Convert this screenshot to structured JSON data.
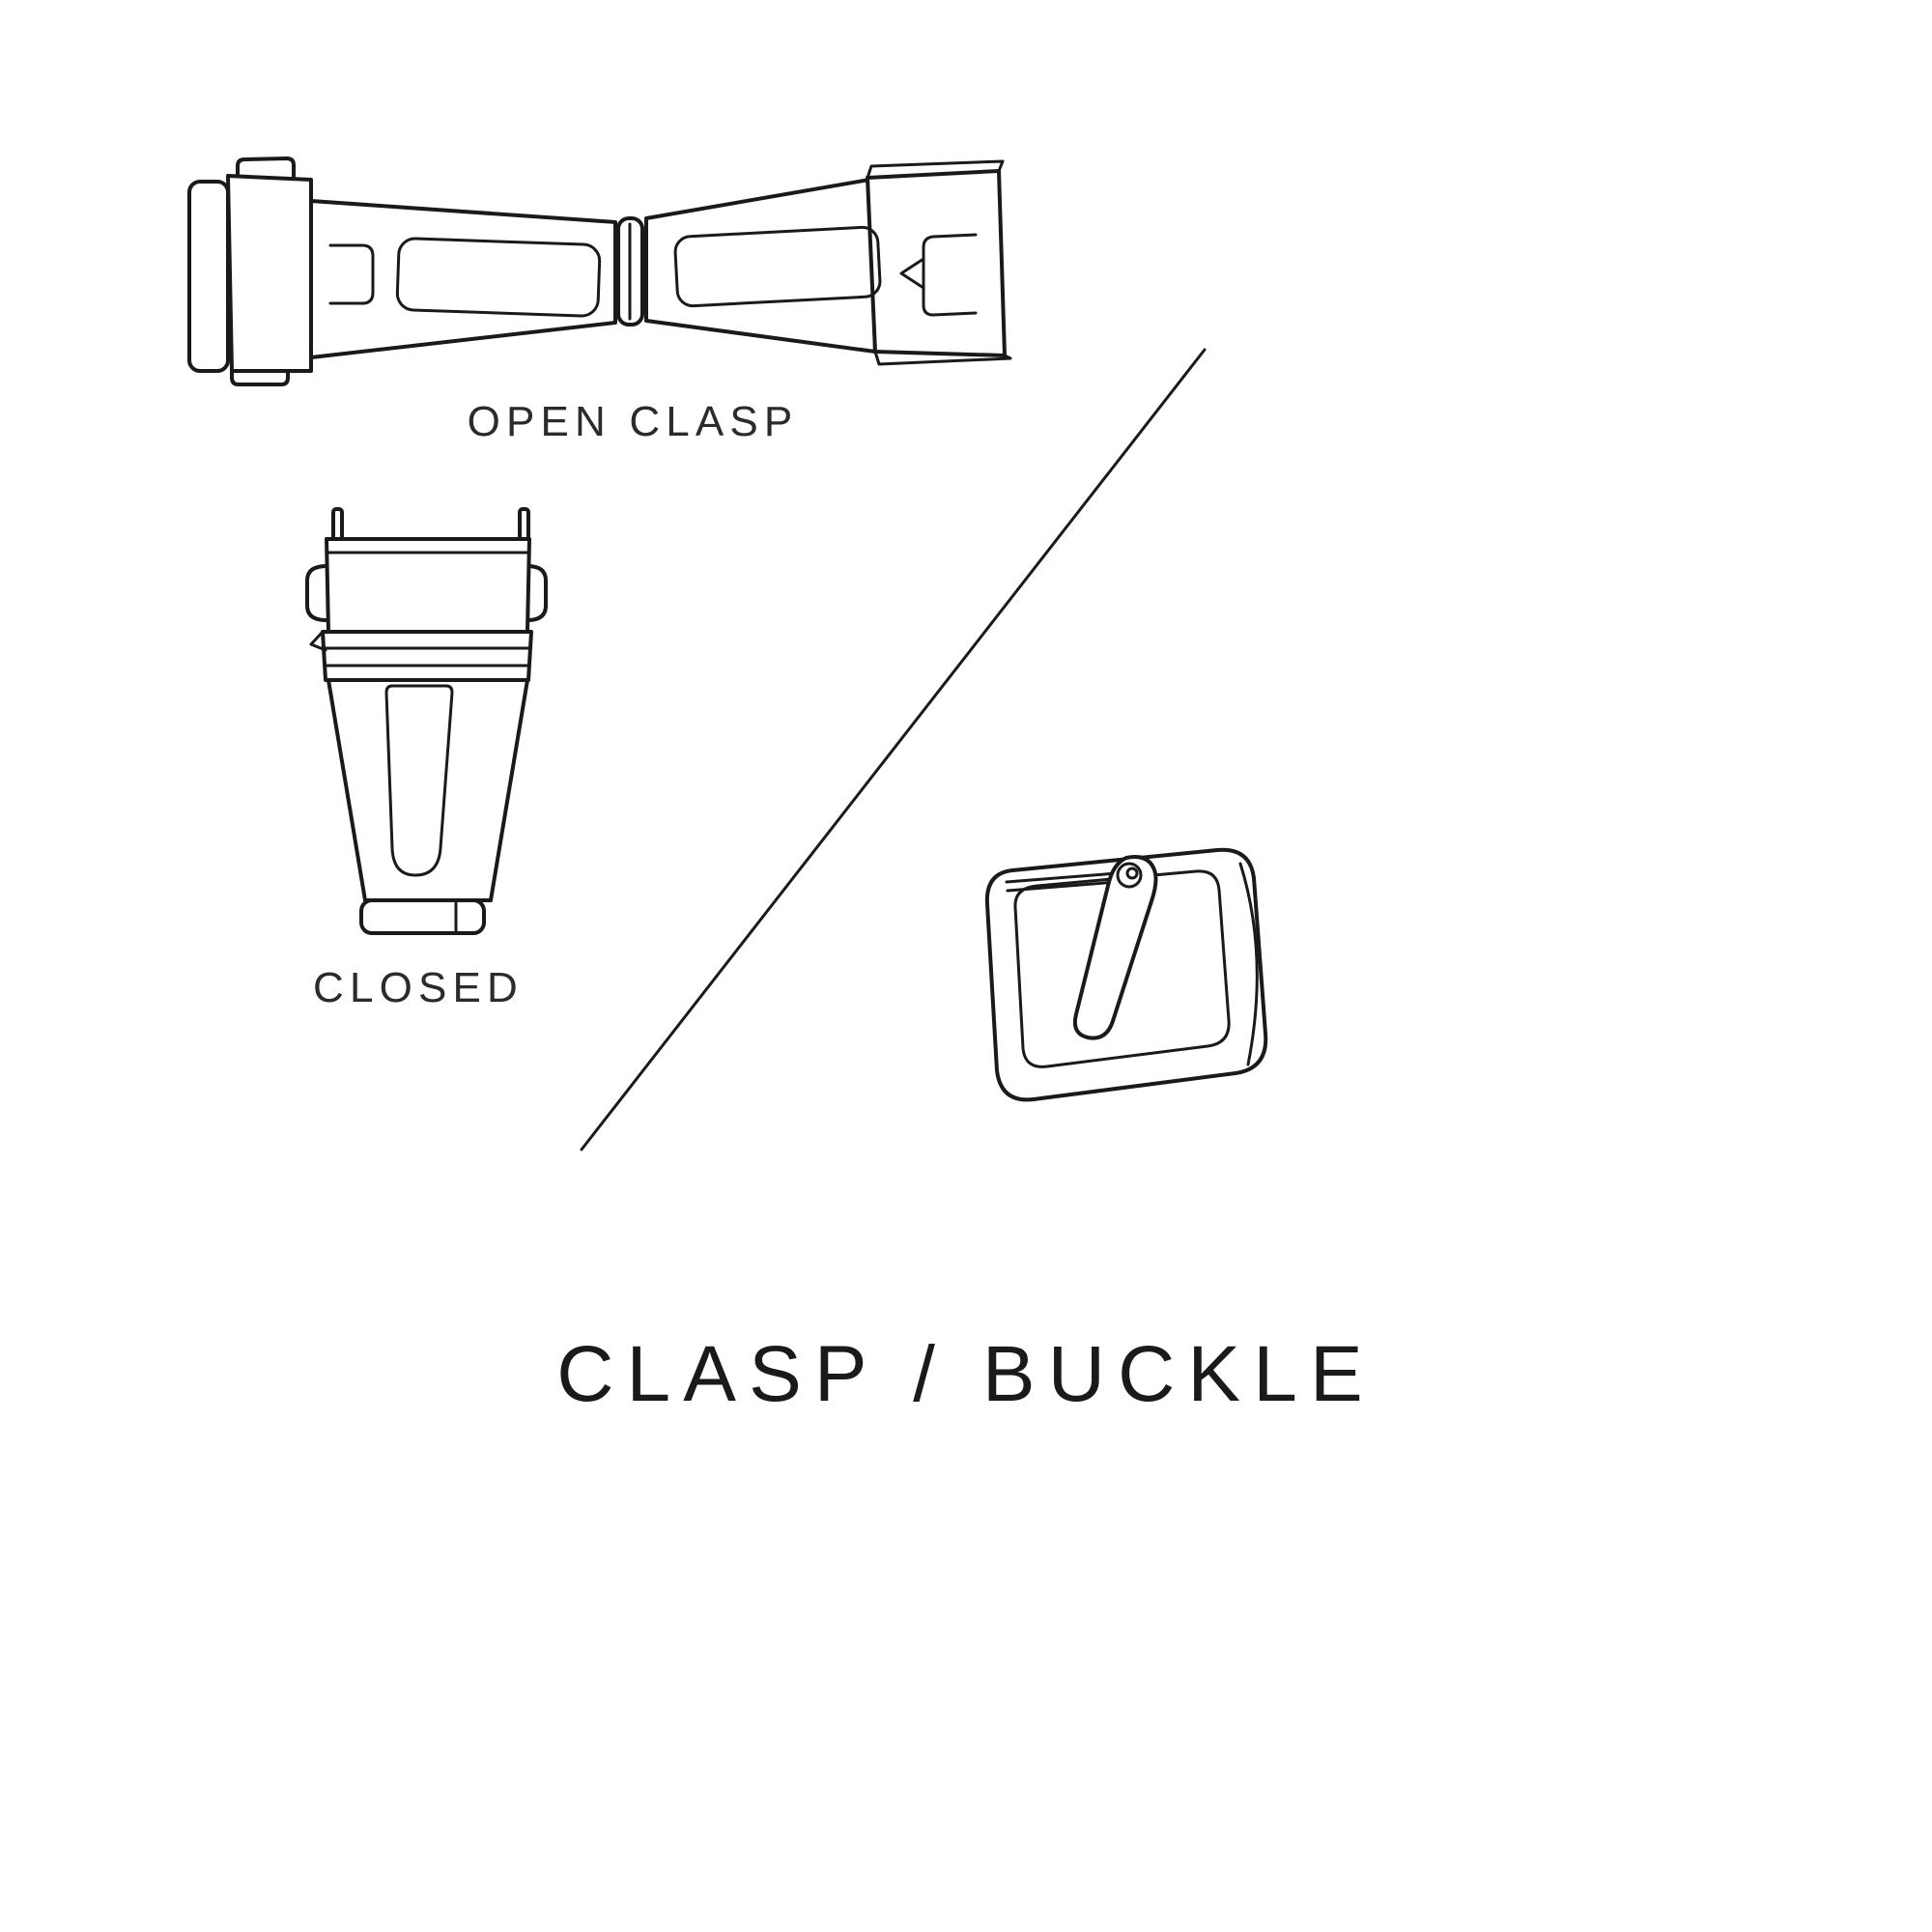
{
  "page": {
    "title": "Clasp / Buckle diagram"
  },
  "colors": {
    "background": "#ffffff",
    "ink": "#1a1a1a",
    "text": "#2b2b2b"
  },
  "labels": {
    "open_clasp": "OPEN CLASP",
    "closed": "CLOSED",
    "title": "CLASP / BUCKLE"
  },
  "icons": {
    "open_clasp": "open-clasp-illustration",
    "closed_clasp": "closed-clasp-illustration",
    "buckle": "tang-buckle-illustration",
    "divider": "diagonal-divider-line"
  }
}
